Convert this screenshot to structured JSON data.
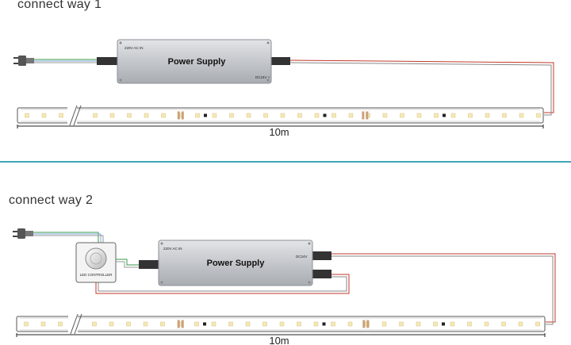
{
  "section1": {
    "title": "connect way 1",
    "psu": {
      "title": "Power Supply",
      "input_label": "220V AC IN",
      "output_label": "DC24V +"
    },
    "strip_length": "10m"
  },
  "section2": {
    "title": "connect way 2",
    "psu": {
      "title": "Power Supply",
      "input_label": "220V AC IN",
      "output_label": "DC24V"
    },
    "controller_label": "LED CONTROLLER",
    "strip_length": "10m"
  },
  "colors": {
    "divider": "#3ea6b6",
    "wire_red": "#c0392b",
    "wire_green": "#3a9a4a",
    "psu_body": "#c9ccd0"
  }
}
